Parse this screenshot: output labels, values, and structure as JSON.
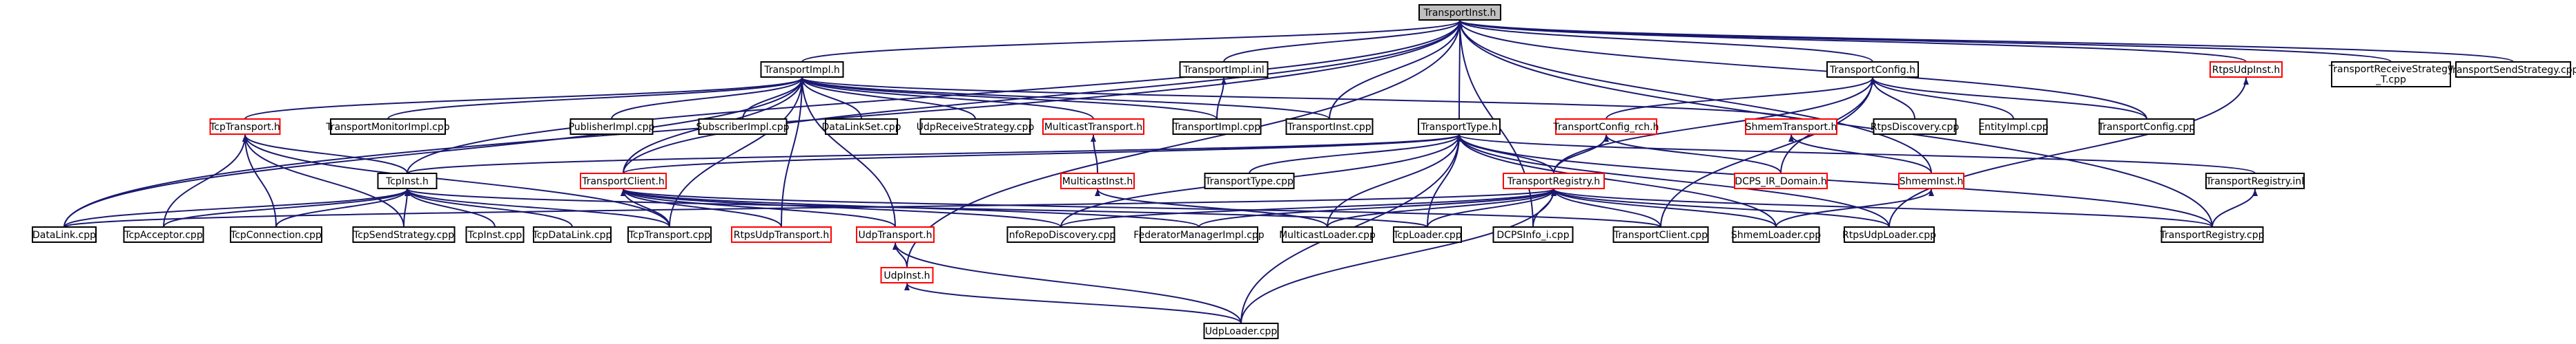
{
  "colors": {
    "edge": "#191970",
    "node_border_normal": "#000000",
    "node_border_truncated": "#ff0000",
    "root_fill": "#bfbfbf",
    "node_fill": "#ffffff"
  },
  "nodes": [
    {
      "id": "transport-inst-h",
      "label": "TransportInst.h",
      "root": true
    },
    {
      "id": "transport-impl-h",
      "label": "TransportImpl.h"
    },
    {
      "id": "transport-impl-inl",
      "label": "TransportImpl.inl"
    },
    {
      "id": "transport-config-h",
      "label": "TransportConfig.h"
    },
    {
      "id": "rtps-udp-inst-h",
      "label": "RtpsUdpInst.h",
      "truncated": true
    },
    {
      "id": "transport-receive-strategy-t-cpp",
      "label": [
        "TransportReceiveStrategy",
        "_T.cpp"
      ]
    },
    {
      "id": "transport-send-strategy-cpp",
      "label": "TransportSendStrategy.cpp"
    },
    {
      "id": "tcp-transport-h",
      "label": "TcpTransport.h",
      "truncated": true
    },
    {
      "id": "transport-monitor-impl-cpp",
      "label": "TransportMonitorImpl.cpp"
    },
    {
      "id": "publisher-impl-cpp",
      "label": "PublisherImpl.cpp"
    },
    {
      "id": "subscriber-impl-cpp",
      "label": "SubscriberImpl.cpp"
    },
    {
      "id": "data-link-set-cpp",
      "label": "DataLinkSet.cpp"
    },
    {
      "id": "udp-receive-strategy-cpp",
      "label": "UdpReceiveStrategy.cpp"
    },
    {
      "id": "multicast-transport-h",
      "label": "MulticastTransport.h",
      "truncated": true
    },
    {
      "id": "transport-impl-cpp",
      "label": "TransportImpl.cpp"
    },
    {
      "id": "transport-inst-cpp",
      "label": "TransportInst.cpp"
    },
    {
      "id": "transport-type-h",
      "label": "TransportType.h"
    },
    {
      "id": "transport-config-rch-h",
      "label": "TransportConfig_rch.h",
      "truncated": true
    },
    {
      "id": "shmem-transport-h",
      "label": "ShmemTransport.h",
      "truncated": true
    },
    {
      "id": "rtps-discovery-cpp",
      "label": "RtpsDiscovery.cpp"
    },
    {
      "id": "entity-impl-cpp",
      "label": "EntityImpl.cpp"
    },
    {
      "id": "transport-config-cpp",
      "label": "TransportConfig.cpp"
    },
    {
      "id": "tcp-inst-h",
      "label": "TcpInst.h"
    },
    {
      "id": "transport-client-h",
      "label": "TransportClient.h",
      "truncated": true
    },
    {
      "id": "multicast-inst-h",
      "label": "MulticastInst.h",
      "truncated": true
    },
    {
      "id": "transport-type-cpp",
      "label": "TransportType.cpp"
    },
    {
      "id": "transport-registry-h",
      "label": "TransportRegistry.h",
      "truncated": true
    },
    {
      "id": "dcps-ir-domain-h",
      "label": "DCPS_IR_Domain.h",
      "truncated": true
    },
    {
      "id": "shmem-inst-h",
      "label": "ShmemInst.h",
      "truncated": true
    },
    {
      "id": "transport-registry-inl",
      "label": "TransportRegistry.inl"
    },
    {
      "id": "data-link-cpp",
      "label": "DataLink.cpp"
    },
    {
      "id": "tcp-acceptor-cpp",
      "label": "TcpAcceptor.cpp"
    },
    {
      "id": "tcp-connection-cpp",
      "label": "TcpConnection.cpp"
    },
    {
      "id": "tcp-send-strategy-cpp",
      "label": "TcpSendStrategy.cpp"
    },
    {
      "id": "tcp-inst-cpp",
      "label": "TcpInst.cpp"
    },
    {
      "id": "tcp-data-link-cpp",
      "label": "TcpDataLink.cpp"
    },
    {
      "id": "tcp-transport-cpp",
      "label": "TcpTransport.cpp"
    },
    {
      "id": "rtps-udp-transport-h",
      "label": "RtpsUdpTransport.h",
      "truncated": true
    },
    {
      "id": "udp-transport-h",
      "label": "UdpTransport.h",
      "truncated": true
    },
    {
      "id": "info-repo-discovery-cpp",
      "label": "InfoRepoDiscovery.cpp"
    },
    {
      "id": "federator-manager-impl-cpp",
      "label": "FederatorManagerImpl.cpp"
    },
    {
      "id": "multicast-loader-cpp",
      "label": "MulticastLoader.cpp"
    },
    {
      "id": "tcp-loader-cpp",
      "label": "TcpLoader.cpp"
    },
    {
      "id": "dcps-info-i-cpp",
      "label": "DCPSInfo_i.cpp"
    },
    {
      "id": "transport-client-cpp",
      "label": "TransportClient.cpp"
    },
    {
      "id": "shmem-loader-cpp",
      "label": "ShmemLoader.cpp"
    },
    {
      "id": "rtps-udp-loader-cpp",
      "label": "RtpsUdpLoader.cpp"
    },
    {
      "id": "transport-registry-cpp",
      "label": "TransportRegistry.cpp"
    },
    {
      "id": "udp-inst-h",
      "label": "UdpInst.h",
      "truncated": true
    },
    {
      "id": "udp-loader-cpp",
      "label": "UdpLoader.cpp"
    }
  ],
  "edges": [
    [
      "transport-inst-h",
      "transport-impl-h"
    ],
    [
      "transport-inst-h",
      "transport-impl-inl"
    ],
    [
      "transport-inst-h",
      "transport-config-h"
    ],
    [
      "transport-inst-h",
      "rtps-udp-inst-h"
    ],
    [
      "transport-inst-h",
      "transport-receive-strategy-t-cpp"
    ],
    [
      "transport-inst-h",
      "transport-send-strategy-cpp"
    ],
    [
      "transport-inst-h",
      "transport-inst-cpp"
    ],
    [
      "transport-inst-h",
      "transport-type-h"
    ],
    [
      "transport-inst-h",
      "transport-config-cpp"
    ],
    [
      "transport-inst-h",
      "shmem-inst-h"
    ],
    [
      "transport-inst-h",
      "transport-registry-cpp"
    ],
    [
      "transport-inst-h",
      "data-link-cpp"
    ],
    [
      "transport-inst-h",
      "tcp-inst-h"
    ],
    [
      "transport-inst-h",
      "udp-inst-h"
    ],
    [
      "transport-inst-h",
      "transport-client-h"
    ],
    [
      "transport-inst-h",
      "dcps-info-i-cpp"
    ],
    [
      "transport-impl-h",
      "tcp-transport-h"
    ],
    [
      "transport-impl-h",
      "transport-monitor-impl-cpp"
    ],
    [
      "transport-impl-h",
      "publisher-impl-cpp"
    ],
    [
      "transport-impl-h",
      "subscriber-impl-cpp"
    ],
    [
      "transport-impl-h",
      "data-link-set-cpp"
    ],
    [
      "transport-impl-h",
      "udp-receive-strategy-cpp"
    ],
    [
      "transport-impl-h",
      "multicast-transport-h"
    ],
    [
      "transport-impl-h",
      "transport-impl-cpp"
    ],
    [
      "transport-impl-h",
      "transport-inst-cpp"
    ],
    [
      "transport-impl-h",
      "shmem-transport-h"
    ],
    [
      "transport-impl-h",
      "data-link-cpp"
    ],
    [
      "transport-impl-h",
      "transport-client-h"
    ],
    [
      "transport-impl-h",
      "udp-transport-h"
    ],
    [
      "transport-impl-h",
      "rtps-udp-transport-h"
    ],
    [
      "transport-impl-h",
      "tcp-transport-cpp"
    ],
    [
      "transport-impl-inl",
      "transport-impl-cpp"
    ],
    [
      "transport-config-h",
      "transport-config-rch-h"
    ],
    [
      "transport-config-h",
      "rtps-discovery-cpp"
    ],
    [
      "transport-config-h",
      "entity-impl-cpp"
    ],
    [
      "transport-config-h",
      "transport-config-cpp"
    ],
    [
      "transport-config-h",
      "transport-registry-h"
    ],
    [
      "transport-config-h",
      "transport-client-cpp"
    ],
    [
      "transport-config-h",
      "dcps-ir-domain-h"
    ],
    [
      "transport-config-rch-h",
      "transport-registry-h"
    ],
    [
      "transport-config-rch-h",
      "dcps-ir-domain-h"
    ],
    [
      "rtps-udp-inst-h",
      "rtps-udp-loader-cpp"
    ],
    [
      "shmem-transport-h",
      "shmem-inst-h"
    ],
    [
      "shmem-inst-h",
      "shmem-loader-cpp"
    ],
    [
      "tcp-transport-h",
      "tcp-inst-h"
    ],
    [
      "tcp-transport-h",
      "tcp-acceptor-cpp"
    ],
    [
      "tcp-transport-h",
      "tcp-connection-cpp"
    ],
    [
      "tcp-transport-h",
      "tcp-send-strategy-cpp"
    ],
    [
      "tcp-transport-h",
      "tcp-transport-cpp"
    ],
    [
      "multicast-transport-h",
      "multicast-inst-h"
    ],
    [
      "multicast-inst-h",
      "multicast-loader-cpp"
    ],
    [
      "transport-type-h",
      "transport-type-cpp"
    ],
    [
      "transport-type-h",
      "transport-registry-h"
    ],
    [
      "transport-type-h",
      "transport-registry-inl"
    ],
    [
      "transport-type-h",
      "transport-client-h"
    ],
    [
      "transport-type-h",
      "multicast-loader-cpp"
    ],
    [
      "transport-type-h",
      "tcp-loader-cpp"
    ],
    [
      "transport-type-h",
      "udp-loader-cpp"
    ],
    [
      "transport-type-h",
      "shmem-loader-cpp"
    ],
    [
      "transport-type-h",
      "rtps-udp-loader-cpp"
    ],
    [
      "transport-type-h",
      "tcp-inst-h"
    ],
    [
      "transport-type-h",
      "info-repo-discovery-cpp"
    ],
    [
      "transport-type-h",
      "transport-registry-cpp"
    ],
    [
      "transport-registry-h",
      "data-link-cpp"
    ],
    [
      "transport-registry-h",
      "info-repo-discovery-cpp"
    ],
    [
      "transport-registry-h",
      "federator-manager-impl-cpp"
    ],
    [
      "transport-registry-h",
      "multicast-loader-cpp"
    ],
    [
      "transport-registry-h",
      "tcp-loader-cpp"
    ],
    [
      "transport-registry-h",
      "dcps-info-i-cpp"
    ],
    [
      "transport-registry-h",
      "transport-client-cpp"
    ],
    [
      "transport-registry-h",
      "shmem-loader-cpp"
    ],
    [
      "transport-registry-h",
      "rtps-udp-loader-cpp"
    ],
    [
      "transport-registry-h",
      "transport-registry-cpp"
    ],
    [
      "transport-registry-h",
      "udp-loader-cpp"
    ],
    [
      "transport-registry-inl",
      "transport-registry-cpp"
    ],
    [
      "tcp-inst-h",
      "data-link-cpp"
    ],
    [
      "tcp-inst-h",
      "tcp-acceptor-cpp"
    ],
    [
      "tcp-inst-h",
      "tcp-connection-cpp"
    ],
    [
      "tcp-inst-h",
      "tcp-send-strategy-cpp"
    ],
    [
      "tcp-inst-h",
      "tcp-inst-cpp"
    ],
    [
      "tcp-inst-h",
      "tcp-data-link-cpp"
    ],
    [
      "tcp-inst-h",
      "tcp-transport-cpp"
    ],
    [
      "tcp-inst-h",
      "tcp-loader-cpp"
    ],
    [
      "transport-client-h",
      "tcp-transport-cpp"
    ],
    [
      "transport-client-h",
      "rtps-udp-transport-h"
    ],
    [
      "transport-client-h",
      "udp-transport-h"
    ],
    [
      "transport-client-h",
      "info-repo-discovery-cpp"
    ],
    [
      "transport-client-h",
      "federator-manager-impl-cpp"
    ],
    [
      "transport-client-h",
      "transport-client-cpp"
    ],
    [
      "udp-transport-h",
      "udp-inst-h"
    ],
    [
      "udp-transport-h",
      "udp-loader-cpp"
    ],
    [
      "udp-inst-h",
      "udp-loader-cpp"
    ]
  ]
}
